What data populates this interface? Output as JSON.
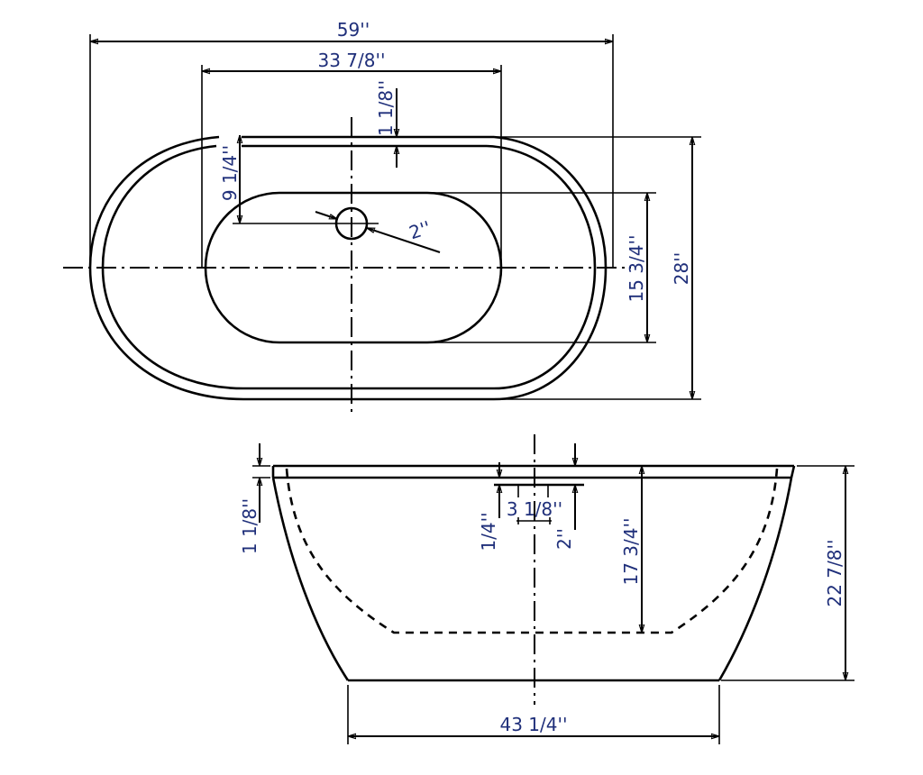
{
  "drawing": {
    "title": "Freestanding oval bathtub dimension drawing",
    "units": "inches",
    "label_color": "#1f2f7a",
    "line_color": "#000000",
    "top_view": {
      "overall_length": "59''",
      "inner_basin_straight_length": "33 7/8''",
      "rim_thickness": "1 1/8''",
      "drain_offset_from_rim": "9 1/4''",
      "drain_diameter": "2''",
      "inner_basin_width": "15 3/4''",
      "overall_width": "28''"
    },
    "side_view": {
      "rim_thickness": "1 1/8''",
      "overflow_offset": "1/4''",
      "overflow_width": "3 1/8''",
      "overflow_height": "2''",
      "interior_depth": "17 3/4''",
      "overall_height": "22 7/8''",
      "base_length": "43 1/4''"
    }
  }
}
